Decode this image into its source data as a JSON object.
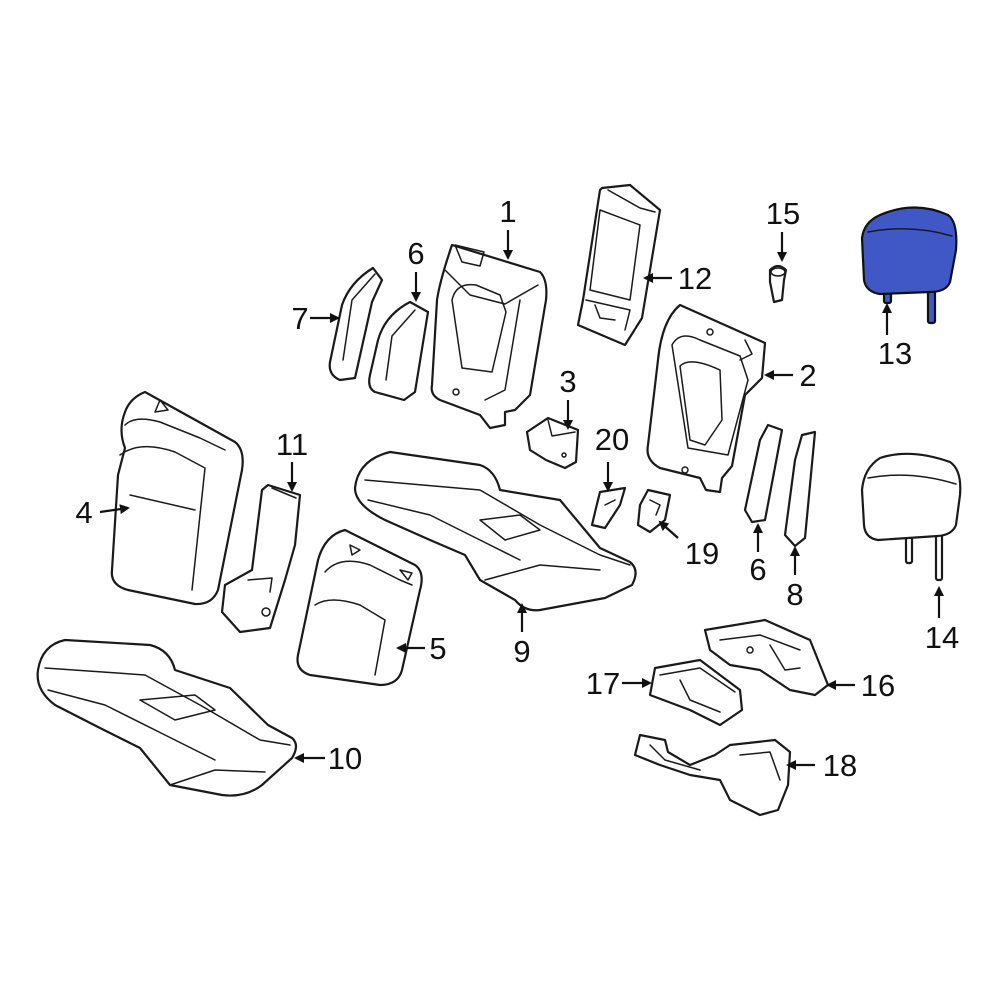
{
  "diagram": {
    "highlight_color": "#3f58c6",
    "line_color": "#1a1a1a"
  },
  "callouts": [
    {
      "id": "c1",
      "label": "1"
    },
    {
      "id": "c2",
      "label": "2"
    },
    {
      "id": "c3",
      "label": "3"
    },
    {
      "id": "c4",
      "label": "4"
    },
    {
      "id": "c5",
      "label": "5"
    },
    {
      "id": "c6a",
      "label": "6"
    },
    {
      "id": "c6b",
      "label": "6"
    },
    {
      "id": "c7",
      "label": "7"
    },
    {
      "id": "c8",
      "label": "8"
    },
    {
      "id": "c9",
      "label": "9"
    },
    {
      "id": "c10",
      "label": "10"
    },
    {
      "id": "c11",
      "label": "11"
    },
    {
      "id": "c12",
      "label": "12"
    },
    {
      "id": "c13",
      "label": "13"
    },
    {
      "id": "c14",
      "label": "14"
    },
    {
      "id": "c15",
      "label": "15"
    },
    {
      "id": "c16",
      "label": "16"
    },
    {
      "id": "c17",
      "label": "17"
    },
    {
      "id": "c18",
      "label": "18"
    },
    {
      "id": "c19",
      "label": "19"
    },
    {
      "id": "c20",
      "label": "20"
    }
  ]
}
